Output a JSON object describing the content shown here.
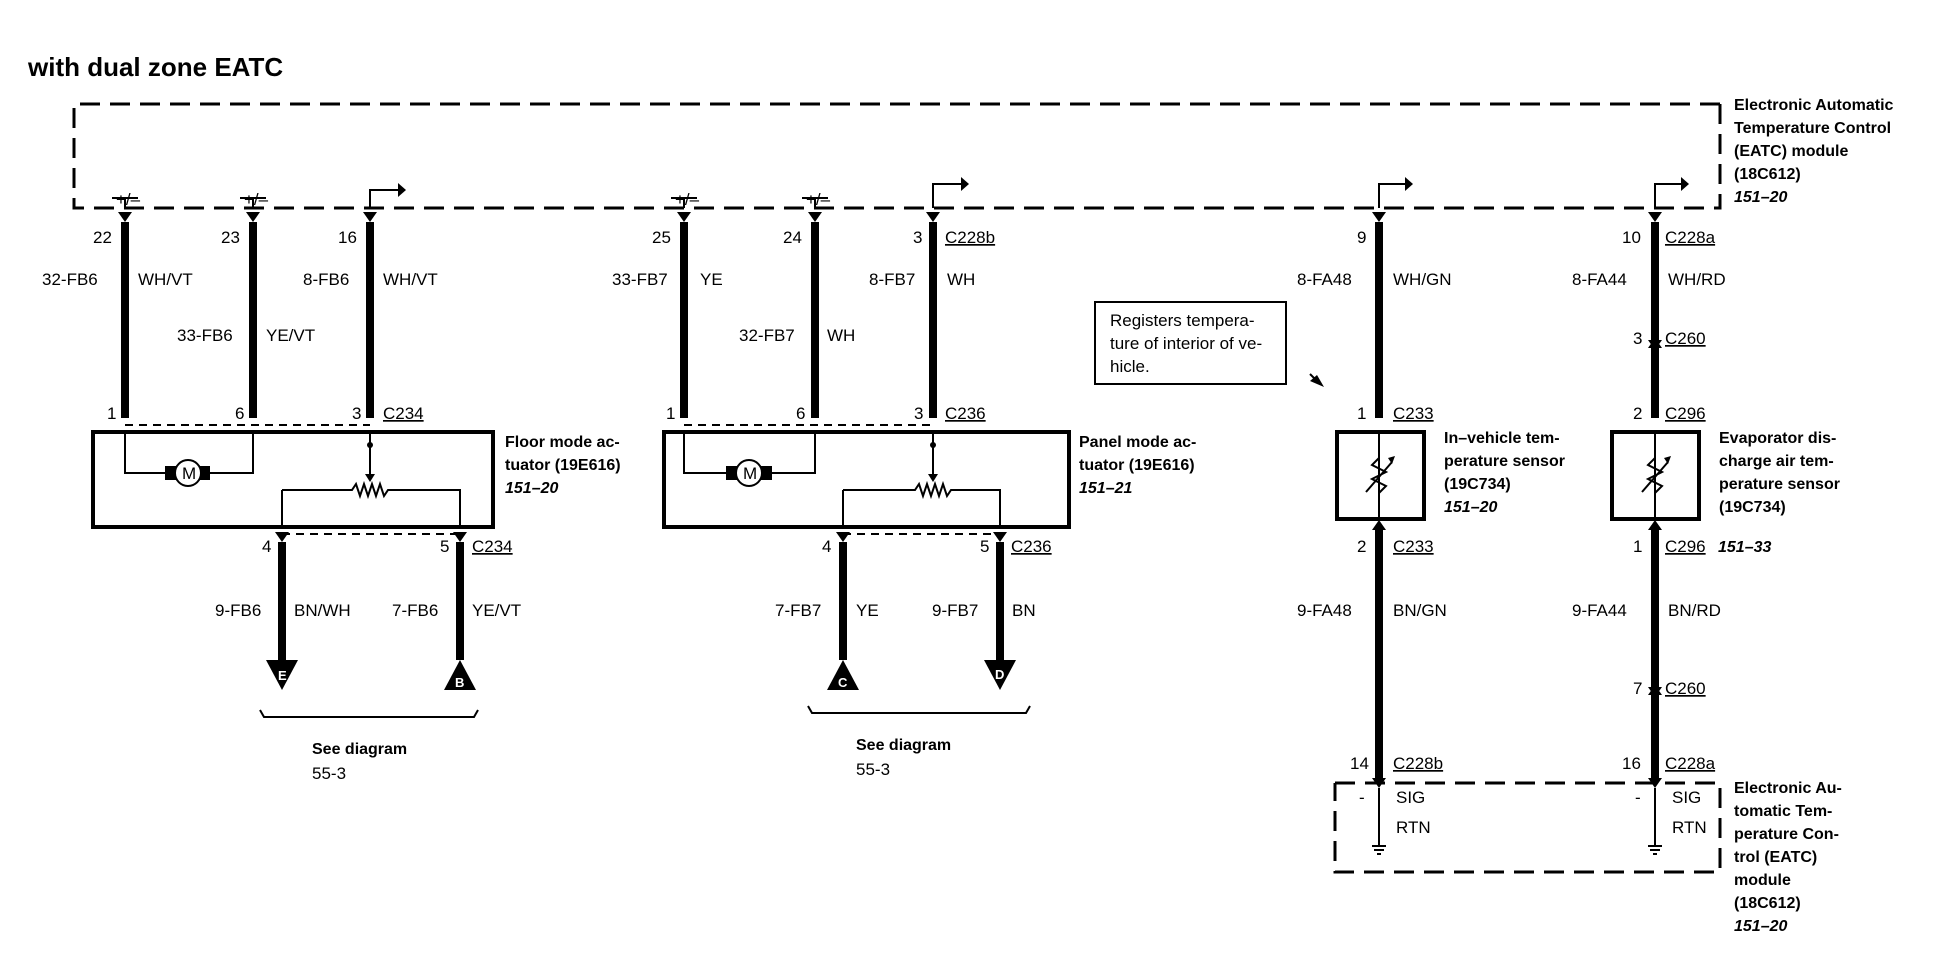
{
  "title": "with dual zone EATC",
  "eatc_module": {
    "lines": [
      "Electronic Automatic",
      "Temperature Control",
      "(EATC) module",
      "(18C612)"
    ],
    "ref": "151–20"
  },
  "eatc_module_bottom": {
    "lines": [
      "Electronic Au-",
      "tomatic Tem-",
      "perature Con-",
      "trol (EATC)",
      "module",
      "(18C612)"
    ],
    "ref": "151–20"
  },
  "signs": {
    "pm1": "+/–",
    "pm2": "+/–",
    "pm3": "+/–",
    "pm4": "+/–"
  },
  "pins": {
    "p22": "22",
    "p23": "23",
    "p16": "16",
    "p25": "25",
    "p24": "24",
    "p3a": "3",
    "p9": "9",
    "p10": "10",
    "p1a": "1",
    "p6a": "6",
    "p3b": "3",
    "p1b": "1",
    "p6b": "6",
    "p3c": "3",
    "p4a": "4",
    "p5a": "5",
    "p4b": "4",
    "p5b": "5",
    "p3d": "3",
    "p1c": "1",
    "p2a": "2",
    "p2b": "2",
    "p1d": "1",
    "p7": "7",
    "p14": "14",
    "p16b": "16"
  },
  "connectors": {
    "c228b_top": "C228b",
    "c228a_top": "C228a",
    "c234_top": "C234",
    "c236_top": "C236",
    "c234_bot": "C234",
    "c236_bot": "C236",
    "c260_a": "C260",
    "c233_a": "C233",
    "c296_a": "C296",
    "c233_b": "C233",
    "c296_b": "C296",
    "c260_b": "C260",
    "c228b_bot": "C228b",
    "c228a_bot": "C228a"
  },
  "circuits": {
    "w1": "32-FB6",
    "w2": "33-FB6",
    "w3": "8-FB6",
    "w4": "33-FB7",
    "w5": "32-FB7",
    "w6": "8-FB7",
    "w7": "8-FA48",
    "w8": "8-FA44",
    "w9": "9-FB6",
    "w10": "7-FB6",
    "w11": "7-FB7",
    "w12": "9-FB7",
    "w13": "9-FA48",
    "w14": "9-FA44"
  },
  "colors": {
    "w1": "WH/VT",
    "w2": "YE/VT",
    "w3": "WH/VT",
    "w4": "YE",
    "w5": "WH",
    "w6": "WH",
    "w7": "WH/GN",
    "w8": "WH/RD",
    "w9": "BN/WH",
    "w10": "YE/VT",
    "w11": "YE",
    "w12": "BN",
    "w13": "BN/GN",
    "w14": "BN/RD"
  },
  "floor_actuator": {
    "lines": [
      "Floor mode ac-",
      "tuator (19E616)"
    ],
    "ref": "151–20"
  },
  "panel_actuator": {
    "lines": [
      "Panel mode ac-",
      "tuator (19E616)"
    ],
    "ref": "151–21"
  },
  "invehicle_sensor": {
    "lines": [
      "In–vehicle tem-",
      "perature sensor",
      "(19C734)"
    ],
    "ref": "151–20"
  },
  "evap_sensor": {
    "lines": [
      "Evaporator dis-",
      "charge air tem-",
      "perature sensor",
      "(19C734)"
    ],
    "ref": "151–33"
  },
  "note": {
    "lines": [
      "Registers tempera-",
      "ture of interior of ve-",
      "hicle."
    ]
  },
  "motor": {
    "m1": "M",
    "m2": "M"
  },
  "terminals": {
    "E": "E",
    "B": "B",
    "C": "C",
    "D": "D"
  },
  "see_diagram": {
    "line1a": "See diagram",
    "line2a": "55-3",
    "line1b": "See diagram",
    "line2b": "55-3"
  },
  "bottom_module": {
    "sig1": "SIG",
    "rtn1": "RTN",
    "sig2": "SIG",
    "rtn2": "RTN",
    "dash1": "-",
    "dash2": "-"
  }
}
